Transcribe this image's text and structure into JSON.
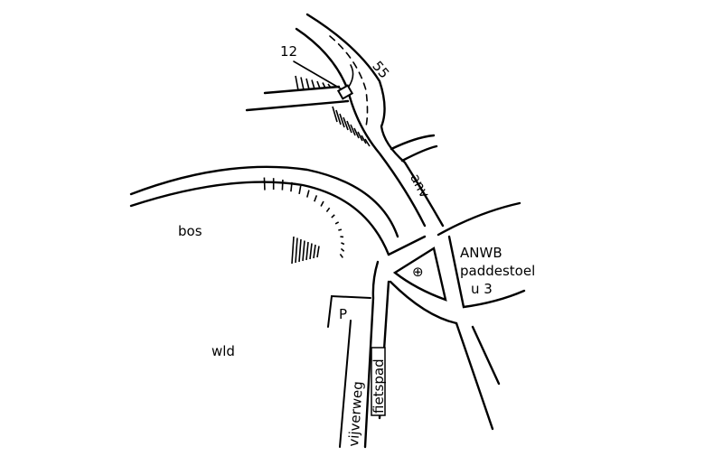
{
  "labels": {
    "point_number": "12",
    "road_number": "55",
    "road_anv": "anv",
    "forest": "bos",
    "game": "wld",
    "anwb": "ANWB",
    "paddestoel": "paddestoel",
    "paddestoel_code": "u 3",
    "parking": "P",
    "street": "vijverweg",
    "cycle_path": "fietspad",
    "marker_symbol": "⊕"
  }
}
